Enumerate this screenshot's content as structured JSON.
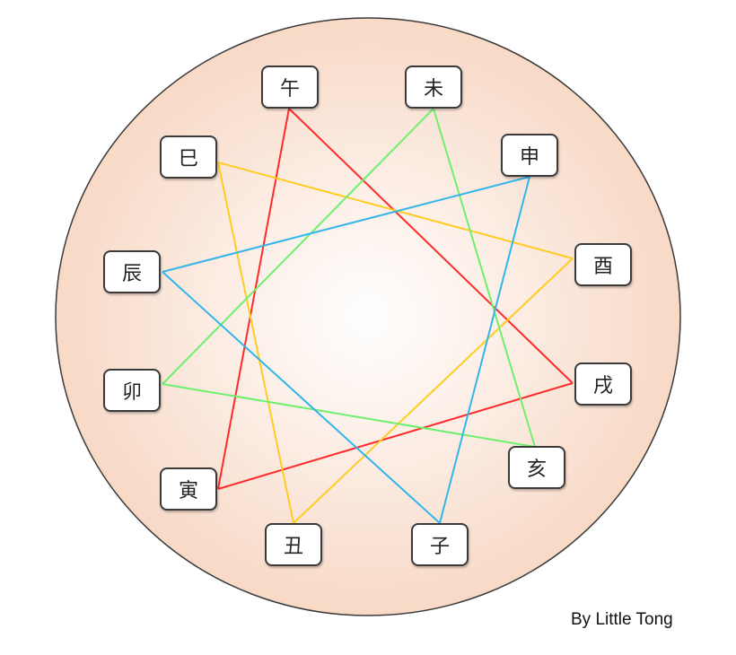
{
  "branches": [
    "午",
    "未",
    "申",
    "酉",
    "戌",
    "亥",
    "子",
    "丑",
    "寅",
    "卯",
    "辰",
    "巳"
  ],
  "triads": [
    {
      "members": [
        "午",
        "寅",
        "戌"
      ],
      "color": "#ff2a2a"
    },
    {
      "members": [
        "巳",
        "酉",
        "丑"
      ],
      "color": "#ffcc22"
    },
    {
      "members": [
        "未",
        "卯",
        "亥"
      ],
      "color": "#6ef06e"
    },
    {
      "members": [
        "申",
        "辰",
        "子"
      ],
      "color": "#33b5ea"
    }
  ],
  "credit": "By Little Tong"
}
